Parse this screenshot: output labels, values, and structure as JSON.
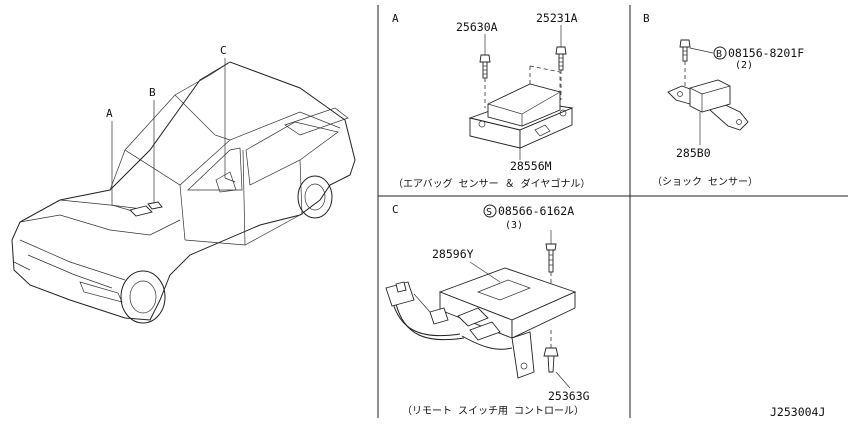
{
  "car": {
    "callouts": [
      "A",
      "B",
      "C"
    ]
  },
  "section_a": {
    "letter": "A",
    "parts": [
      "25630A",
      "25231A",
      "28556M"
    ],
    "caption": "（エアバッグ センサー ＆ ダイヤゴナル）"
  },
  "section_b": {
    "letter": "B",
    "bolt_symbol": "B",
    "bolt_part": "08156-8201F",
    "bolt_qty": "(2)",
    "part": "285B0",
    "caption": "（ショック センサー）"
  },
  "section_c": {
    "letter": "C",
    "screw_symbol": "S",
    "screw_part": "08566-6162A",
    "screw_qty": "(3)",
    "parts": [
      "28596Y",
      "25363G"
    ],
    "caption": "（リモート スイッチ用 コントロール）"
  },
  "drawing_code": "J253004J"
}
